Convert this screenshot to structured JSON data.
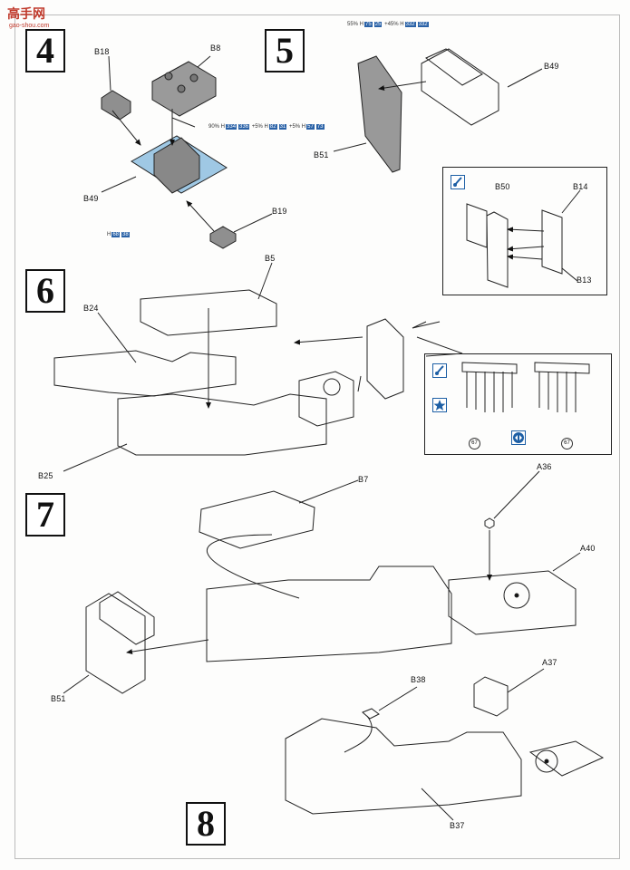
{
  "watermark": {
    "logo_text": "高手网",
    "url": "gao-shou.com"
  },
  "steps": [
    "4",
    "5",
    "6",
    "7",
    "8"
  ],
  "parts": {
    "step4": {
      "b18": "B18",
      "b8": "B8",
      "b49": "B49",
      "b19": "B19"
    },
    "step5": {
      "b49": "B49",
      "b51": "B51"
    },
    "callout_top": {
      "b50": "B50",
      "b14": "B14",
      "b13": "B13"
    },
    "step6": {
      "b5": "B5",
      "b24": "B24",
      "b25": "B25"
    },
    "step7": {
      "b7": "B7",
      "a36": "A36",
      "a40": "A40",
      "b51": "B51"
    },
    "step8": {
      "b38": "B38",
      "a37": "A37",
      "b37": "B37"
    }
  },
  "paint_refs": {
    "step4_main": [
      "90% H",
      "334",
      "336",
      "+5% H",
      "82",
      "31",
      "+5% H",
      "57",
      "73"
    ],
    "step4_small": [
      "H",
      "68",
      "38"
    ],
    "step5": [
      "55% H",
      "75",
      "25",
      "+45% H",
      "332",
      "332"
    ]
  },
  "callout_marks": {
    "part_number": "67"
  },
  "colors": {
    "accent_blue": "#2a62a7",
    "highlight": "#9fc8e4",
    "ink": "#111111"
  },
  "icons": [
    "brush-icon",
    "star-icon",
    "flip-icon"
  ]
}
